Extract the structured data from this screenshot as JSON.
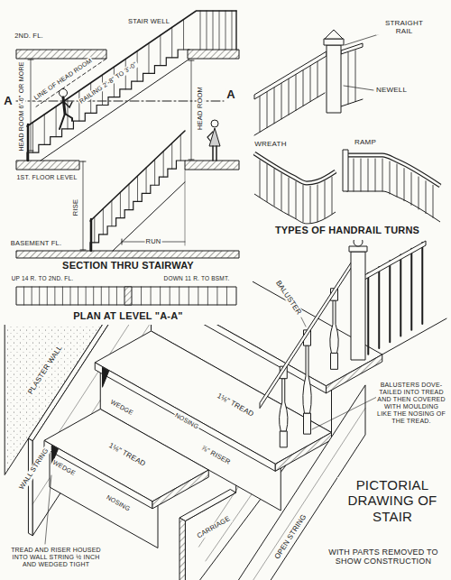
{
  "diagram": {
    "labels": [
      "2ND. FL.",
      "STAIR WELL",
      "LINE OF HEAD ROOM",
      "HEAD ROOM 6'-6\" OR MORE",
      "A",
      "A",
      "RAILING 2'-8\" TO 3'-0\"",
      "HEAD ROOM",
      "1ST. FLOOR LEVEL",
      "RISE",
      "RUN",
      "BASEMENT FL.",
      "SECTION THRU STAIRWAY",
      "UP 14 R. TO 2ND. FL.",
      "DOWN 11 R. TO BSMT.",
      "PLAN AT LEVEL \"A-A\"",
      "STRAIGHT RAIL",
      "NEWELL",
      "WREATH",
      "RAMP",
      "TYPES OF HANDRAIL TURNS",
      "PLASTER WALL",
      "WALL STRING",
      "WEDGE",
      "1⅛\" TREAD",
      "NOSING",
      "⅞\" RISER",
      "WEDGE",
      "1⅛\" TREAD",
      "NOSING",
      "CARRIAGE",
      "BALUSTER",
      "OPEN STRING",
      "TREAD AND RISER HOUSED INTO WALL STRING ½ INCH AND WEDGED TIGHT",
      "BALUSTERS DOVE-TAILED INTO TREAD AND THEN COVERED WITH MOULDING LIKE THE NOSING OF THE TREAD.",
      "PICTORIAL DRAWING OF STAIR",
      "WITH PARTS REMOVED TO SHOW CONSTRUCTION"
    ]
  }
}
